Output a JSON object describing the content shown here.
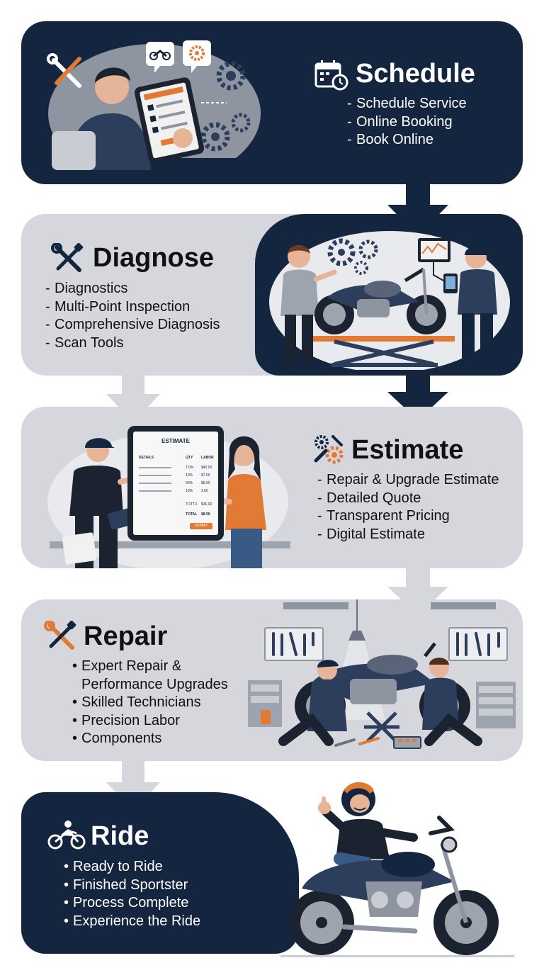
{
  "steps": [
    {
      "id": "schedule",
      "title": "Schedule",
      "icon": "calendar-clock-icon",
      "bullet": "-",
      "items": [
        "Schedule Service",
        "Online Booking",
        "Book Online"
      ]
    },
    {
      "id": "diagnose",
      "title": "Diagnose",
      "icon": "wrench-screwdriver-icon",
      "bullet": "-",
      "items": [
        "Diagnostics",
        "Multi-Point Inspection",
        "Comprehensive Diagnosis",
        "Scan Tools"
      ]
    },
    {
      "id": "estimate",
      "title": "Estimate",
      "icon": "gears-wrench-icon",
      "bullet": "-",
      "items": [
        "Repair & Upgrade Estimate",
        "Detailed Quote",
        "Transparent Pricing",
        "Digital Estimate"
      ]
    },
    {
      "id": "repair",
      "title": "Repair",
      "icon": "wrench-screwdriver-icon",
      "bullet": "•",
      "items": [
        "Expert Repair &",
        "Performance Upgrades",
        "Skilled Technicians",
        "Precision Labor",
        "Components"
      ]
    },
    {
      "id": "ride",
      "title": "Ride",
      "icon": "motorcycle-rider-icon",
      "bullet": "•",
      "items": [
        "Ready to Ride",
        "Finished Sportster",
        "Process Complete",
        "Experience the Ride"
      ]
    }
  ],
  "estimate_sheet": {
    "heading": "ESTIMATE",
    "col_service": "DETAILS",
    "col_qty": "QTY",
    "col_labor": "LABOR",
    "rows": [
      [
        "TO%",
        "$40.00"
      ],
      [
        "10%",
        "$7.00"
      ],
      [
        "50%",
        "$5.00"
      ],
      [
        "10%",
        "3.00"
      ]
    ],
    "subtotal_label": "TOTTX",
    "subtotal_value": "$36.00",
    "total_label": "TOTAL",
    "total_value": "$8.50",
    "button_label": "SUBMIT"
  },
  "colors": {
    "navy": "#13253f",
    "panel_gray": "#d5d7dd",
    "accent_orange": "#e07a34"
  }
}
